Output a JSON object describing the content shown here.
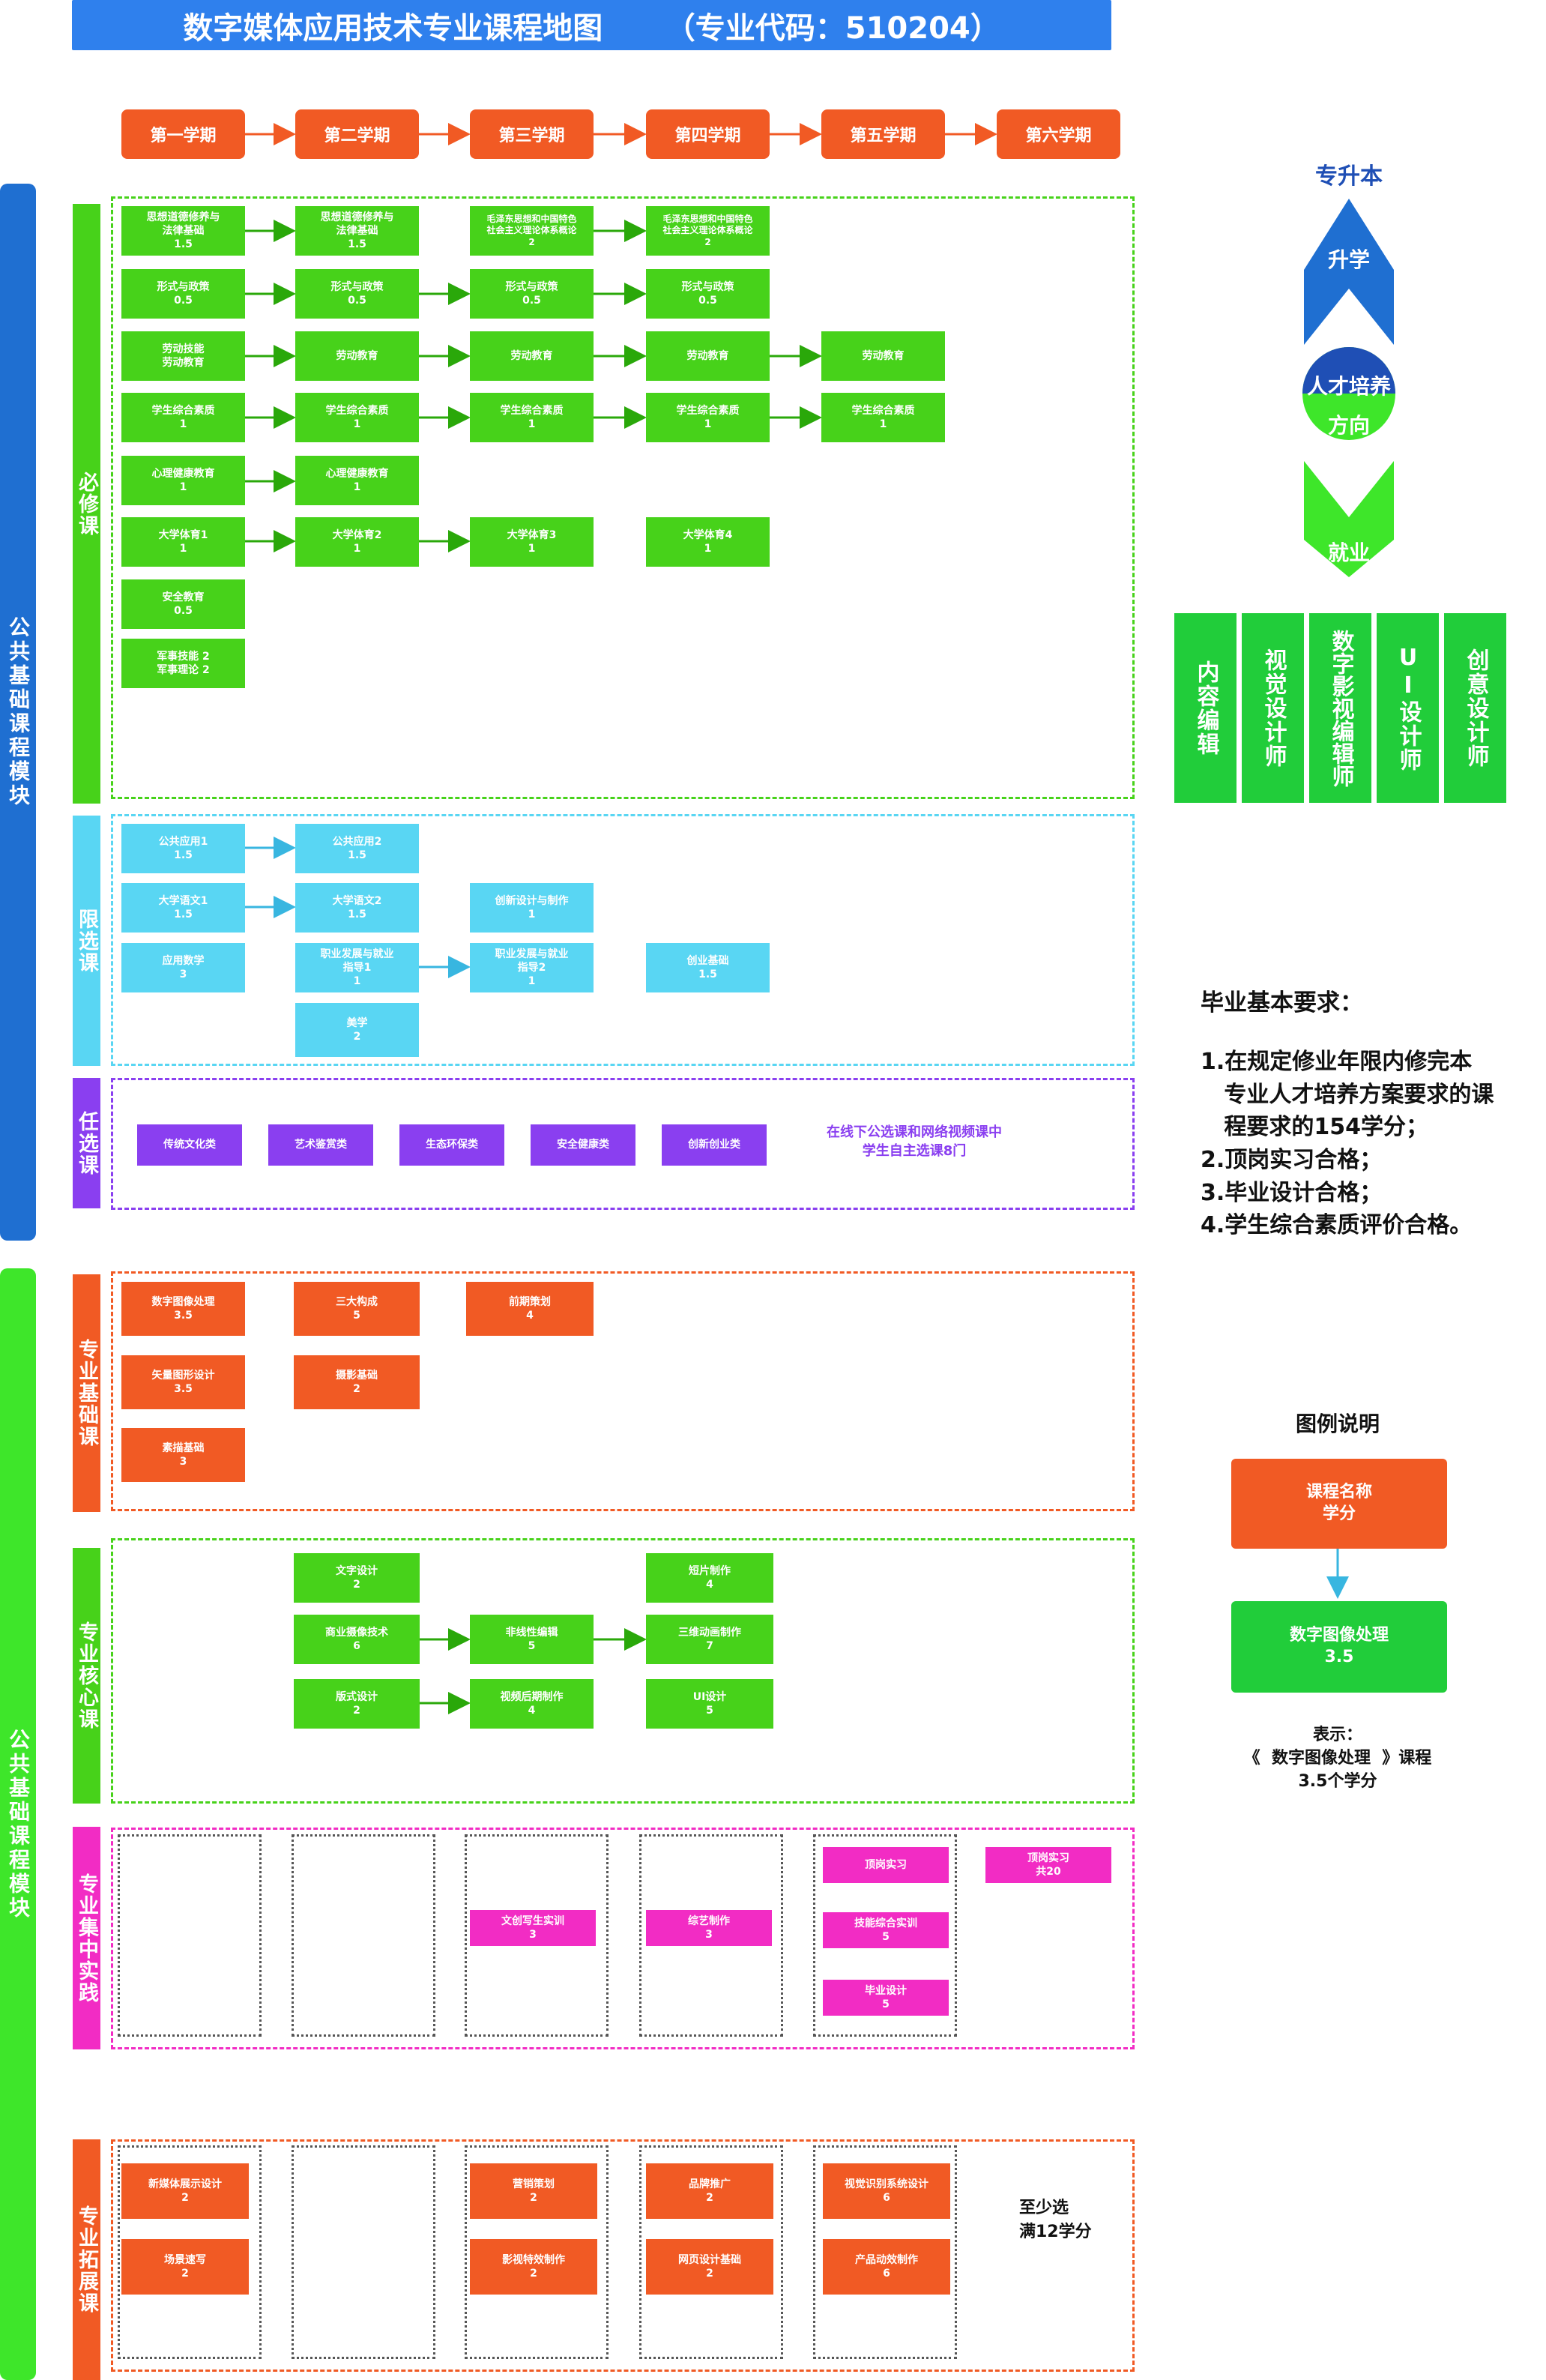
{
  "title": "数字媒体应用技术专业课程地图      （专业代码：510204）",
  "semesters": [
    "第一学期",
    "第二学期",
    "第三学期",
    "第四学期",
    "第五学期",
    "第六学期"
  ],
  "modules": {
    "top_label": "公共基础课程模块",
    "bottom_label": "公共基础课程模块"
  },
  "categories": {
    "required": "必修课",
    "limited": "限选课",
    "elective": "任选课",
    "prof_basic": "专业基础课",
    "prof_core": "专业核心课",
    "prof_practice": "专业集中实践",
    "prof_extend": "专业拓展课"
  },
  "required_courses": [
    {
      "name": "思想道德修养与\n法律基础",
      "credit": "1.5"
    },
    {
      "name": "思想道德修养与\n法律基础",
      "credit": "1.5"
    },
    {
      "name": "毛泽东思想和中国特色\n社会主义理论体系概论",
      "credit": "2"
    },
    {
      "name": "毛泽东思想和中国特色\n社会主义理论体系概论",
      "credit": "2"
    },
    {
      "name": "形式与政策",
      "credit": "0.5"
    },
    {
      "name": "形式与政策",
      "credit": "0.5"
    },
    {
      "name": "形式与政策",
      "credit": "0.5"
    },
    {
      "name": "形式与政策",
      "credit": "0.5"
    },
    {
      "name": "劳动技能\n劳动教育",
      "credit": ""
    },
    {
      "name": "劳动教育",
      "credit": ""
    },
    {
      "name": "劳动教育",
      "credit": ""
    },
    {
      "name": "劳动教育",
      "credit": ""
    },
    {
      "name": "劳动教育",
      "credit": ""
    },
    {
      "name": "学生综合素质",
      "credit": "1"
    },
    {
      "name": "学生综合素质",
      "credit": "1"
    },
    {
      "name": "学生综合素质",
      "credit": "1"
    },
    {
      "name": "学生综合素质",
      "credit": "1"
    },
    {
      "name": "学生综合素质",
      "credit": "1"
    },
    {
      "name": "心理健康教育",
      "credit": "1"
    },
    {
      "name": "心理健康教育",
      "credit": "1"
    },
    {
      "name": "大学体育1",
      "credit": "1"
    },
    {
      "name": "大学体育2",
      "credit": "1"
    },
    {
      "name": "大学体育3",
      "credit": "1"
    },
    {
      "name": "大学体育4",
      "credit": "1"
    },
    {
      "name": "安全教育",
      "credit": "0.5"
    },
    {
      "name": "军事技能 2\n军事理论 2",
      "credit": ""
    }
  ],
  "limited_courses": [
    {
      "name": "公共应用1",
      "credit": "1.5"
    },
    {
      "name": "公共应用2",
      "credit": "1.5"
    },
    {
      "name": "大学语文1",
      "credit": "1.5"
    },
    {
      "name": "大学语文2",
      "credit": "1.5"
    },
    {
      "name": "创新设计与制作",
      "credit": "1"
    },
    {
      "name": "应用数学",
      "credit": "3"
    },
    {
      "name": "职业发展与就业\n指导1",
      "credit": "1"
    },
    {
      "name": "职业发展与就业\n指导2",
      "credit": "1"
    },
    {
      "name": "创业基础",
      "credit": "1.5"
    },
    {
      "name": "美学",
      "credit": "2"
    }
  ],
  "elective_courses": [
    "传统文化类",
    "艺术鉴赏类",
    "生态环保类",
    "安全健康类",
    "创新创业类"
  ],
  "elective_note": "在线下公选课和网络视频课中\n学生自主选课8门",
  "prof_basic_courses": [
    {
      "name": "数字图像处理",
      "credit": "3.5"
    },
    {
      "name": "三大构成",
      "credit": "5"
    },
    {
      "name": "前期策划",
      "credit": "4"
    },
    {
      "name": "矢量图形设计",
      "credit": "3.5"
    },
    {
      "name": "摄影基础",
      "credit": "2"
    },
    {
      "name": "素描基础",
      "credit": "3"
    }
  ],
  "prof_core_courses": [
    {
      "name": "文字设计",
      "credit": "2"
    },
    {
      "name": "短片制作",
      "credit": "4"
    },
    {
      "name": "商业摄像技术",
      "credit": "6"
    },
    {
      "name": "非线性编辑",
      "credit": "5"
    },
    {
      "name": "三维动画制作",
      "credit": "7"
    },
    {
      "name": "版式设计",
      "credit": "2"
    },
    {
      "name": "视频后期制作",
      "credit": "4"
    },
    {
      "name": "UI设计",
      "credit": "5"
    }
  ],
  "practice_courses": [
    {
      "name": "文创写生实训",
      "credit": "3"
    },
    {
      "name": "综艺制作",
      "credit": "3"
    },
    {
      "name": "顶岗实习",
      "credit": ""
    },
    {
      "name": "技能综合实训",
      "credit": "5"
    },
    {
      "name": "毕业设计",
      "credit": "5"
    },
    {
      "name": "顶岗实习",
      "credit": "共20"
    }
  ],
  "extend_courses": [
    {
      "name": "新媒体展示设计",
      "credit": "2"
    },
    {
      "name": "营销策划",
      "credit": "2"
    },
    {
      "name": "品牌推广",
      "credit": "2"
    },
    {
      "name": "视觉识别系统设计",
      "credit": "6"
    },
    {
      "name": "场景速写",
      "credit": "2"
    },
    {
      "name": "影视特效制作",
      "credit": "2"
    },
    {
      "name": "网页设计基础",
      "credit": "2"
    },
    {
      "name": "产品动效制作",
      "credit": "6"
    }
  ],
  "extend_note": "至少选\n满12学分",
  "direction": {
    "title": "专升本",
    "up": "升学",
    "center_top": "人才培养",
    "center_bottom": "方向",
    "down": "就业",
    "careers": [
      "内容编辑",
      "视觉设计师",
      "数字影视编辑师",
      "UI设计师",
      "创意设计师"
    ]
  },
  "requirements": {
    "title": "毕业基本要求：",
    "items": [
      "1.在规定修业年限内修完本\n   专业人才培养方案要求的课\n   程要求的154学分；",
      "2.顶岗实习合格；",
      "3.毕业设计合格；",
      "4.学生综合素质评价合格。"
    ]
  },
  "legend": {
    "title": "图例说明",
    "box_name": "课程名称",
    "box_credit": "学分",
    "example_name": "数字图像处理",
    "example_credit": "3.5",
    "explain": "表示：\n《  数字图像处理  》课程\n3.5个学分"
  },
  "colors": {
    "blue": "#2f80ed",
    "orange": "#f15a24",
    "green": "#47d21a",
    "cyan": "#59d6f3",
    "purple": "#8a3ff0",
    "pink": "#f22cc4",
    "module_blue": "#1f6fd1",
    "module_green": "#3ee62a"
  }
}
